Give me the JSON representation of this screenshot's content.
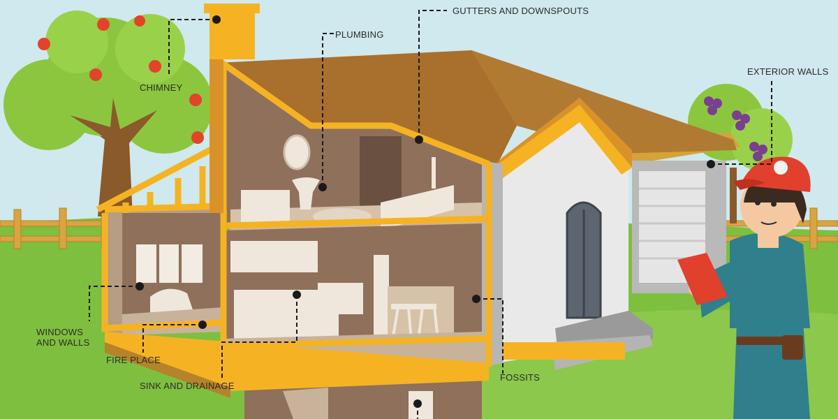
{
  "labels": {
    "gutters": "GUTTERS AND DOWNSPOUTS",
    "plumbing": "PLUMBING",
    "chimney": "CHIMNEY",
    "exterior_walls": "EXTERIOR WALLS",
    "windows_walls_line1": "WINDOWS",
    "windows_walls_line2": "AND WALLS",
    "fire_place": "FIRE PLACE",
    "sink_drainage": "SINK AND DRAINAGE",
    "fossits": "FOSSITS"
  },
  "colors": {
    "sky": "#cfe9ee",
    "grass": "#78b83b",
    "frame": "#f5b323",
    "roof": "#a8702c",
    "interior_wall": "#8a6a55",
    "exterior_wall": "#c9c9c9",
    "callout": "#1a1a1a"
  },
  "icons": {
    "tree": "apple-tree",
    "bush": "grape-bush",
    "inspector": "home-inspector-figure"
  }
}
